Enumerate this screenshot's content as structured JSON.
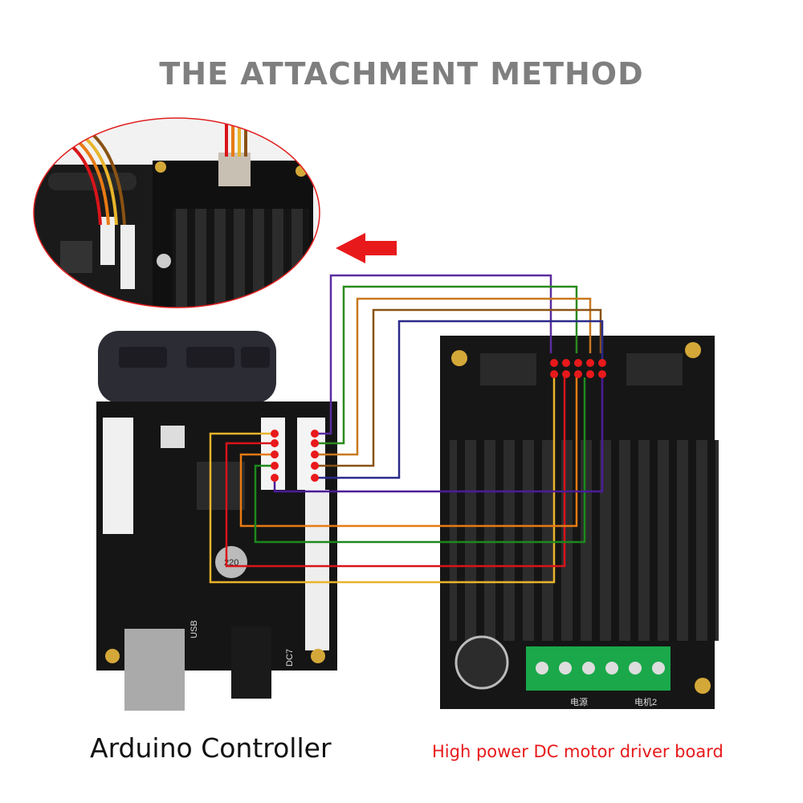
{
  "title": "THE ATTACHMENT METHOD",
  "labels": {
    "left_board": "Arduino Controller",
    "right_board": "High power DC motor driver board"
  },
  "board_prints": {
    "usb": "USB",
    "dc": "DC7",
    "cap": "220",
    "motor_terminal": "电机2",
    "power_terminal": "电源"
  },
  "colors": {
    "title": "#7f7f7f",
    "right_label": "#e8191b",
    "wires": [
      "#5a2ca0",
      "#2a8a1c",
      "#c8781e",
      "#8a5214",
      "#2a2a8a",
      "#e8b42a",
      "#d8141a",
      "#e87a14",
      "#1c8a1c",
      "#4a1c9a"
    ]
  }
}
